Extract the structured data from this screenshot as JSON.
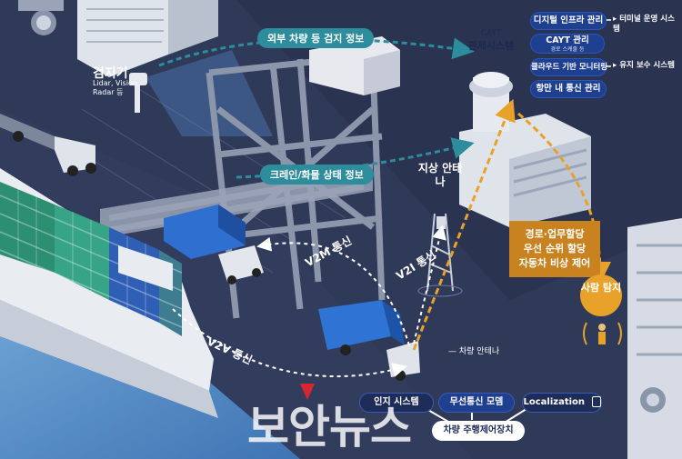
{
  "labels": {
    "external_detection": "외부 차량 등 검지 정보",
    "crane_cargo_status": "크레인/화물 상태 정보",
    "detector_title": "검지기",
    "detector_sub": "Lidar, Vision, Radar 등",
    "ground_antenna": "지상 안테나",
    "v2m": "V2M 통신",
    "v2i": "V2I 통신",
    "v2v": "V2V 통신",
    "vehicle_antenna": "차량 안테나",
    "person_detect": "사람 탐지"
  },
  "control": {
    "title_top": "CAYT",
    "title_bottom": "관제시스템"
  },
  "menu": [
    {
      "label": "디지털 인프라 관리",
      "sub": ""
    },
    {
      "label": "CAYT 관리",
      "sub": "경로 스케줄 등"
    },
    {
      "label": "클라우드 기반 모니터링",
      "sub": ""
    },
    {
      "label": "항만 내 통신 관리",
      "sub": ""
    }
  ],
  "external_systems": [
    {
      "label": "터미널 운영 시스템"
    },
    {
      "label": "유지 보수 시스템"
    }
  ],
  "instruction_box": [
    "경로·업무할당",
    "우선 순위 할당",
    "자동차 비상 제어"
  ],
  "vehicle_modules": {
    "recognition": "인지 시스템",
    "wireless": "무선통신 모뎀",
    "localization": "Localization",
    "controller": "차량 주행제어장치"
  },
  "watermark": "보안뉴스",
  "colors": {
    "teal": "#2d8d9c",
    "orange": "#c8821f",
    "navy": "#1f3f8f",
    "background": "#2c3552"
  }
}
